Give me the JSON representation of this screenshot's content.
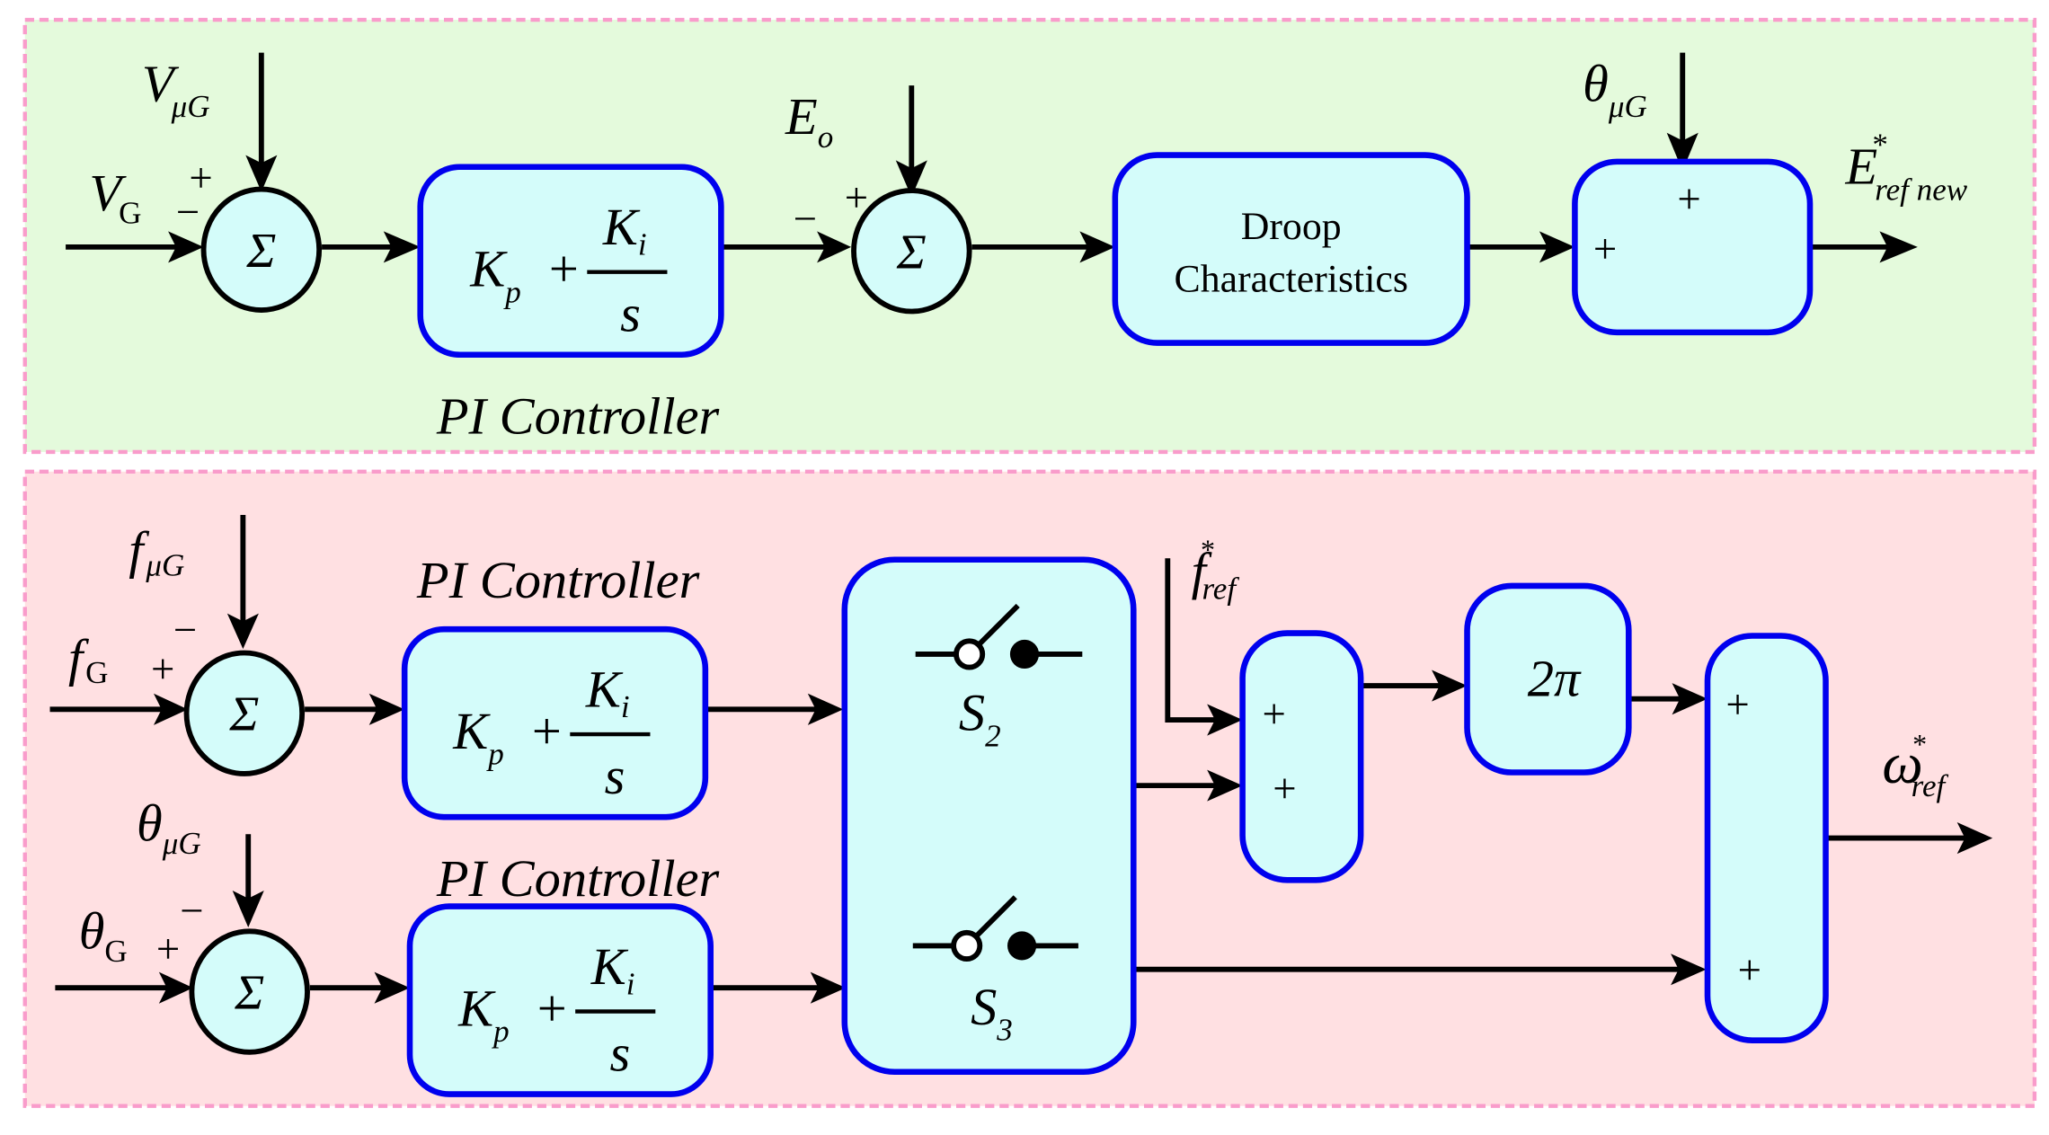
{
  "top_panel": {
    "inputs": {
      "v_ug": "V",
      "v_ug_sub": "μG",
      "v_g": "V",
      "v_g_sub": "G",
      "e_o": "E",
      "e_o_sub": "o",
      "theta_ug": "θ",
      "theta_ug_sub": "μG"
    },
    "sum1_signs": {
      "top": "+",
      "left": "−"
    },
    "sum1_symbol": "Σ",
    "pi": {
      "kp": "K",
      "kp_sub": "p",
      "plus": "+",
      "ki": "K",
      "ki_sub": "i",
      "s": "s",
      "label": "PI Controller"
    },
    "sum2_signs": {
      "top": "+",
      "left": "−"
    },
    "sum2_symbol": "Σ",
    "droop": {
      "line1": "Droop",
      "line2": "Characteristics"
    },
    "adder_signs": {
      "top": "+",
      "left": "+"
    },
    "output": {
      "main": "E",
      "sup": "*",
      "sub": "ref new"
    }
  },
  "bottom_panel": {
    "inputs": {
      "f_ug": "f",
      "f_ug_sub": "μG",
      "f_g": "f",
      "f_g_sub": "G",
      "theta_ug": "θ",
      "theta_ug_sub": "μG",
      "theta_g": "θ",
      "theta_g_sub": "G"
    },
    "sum_f_signs": {
      "top": "−",
      "left": "+"
    },
    "sum_theta_signs": {
      "top": "−",
      "left": "+"
    },
    "sum_symbol": "Σ",
    "pi_f": {
      "kp": "K",
      "kp_sub": "p",
      "plus": "+",
      "ki": "K",
      "ki_sub": "i",
      "s": "s",
      "label": "PI Controller"
    },
    "pi_theta": {
      "kp": "K",
      "kp_sub": "p",
      "plus": "+",
      "ki": "K",
      "ki_sub": "i",
      "s": "s",
      "label": "PI Controller"
    },
    "switches": {
      "s2": "S",
      "s2_sub": "2",
      "s3": "S",
      "s3_sub": "3"
    },
    "f_ref": {
      "main": "f",
      "sup": "*",
      "sub": "ref"
    },
    "adder1_signs": {
      "a": "+",
      "b": "+"
    },
    "gain": "2π",
    "adder2_signs": {
      "a": "+",
      "b": "+"
    },
    "output": {
      "main": "ω",
      "sup": "*",
      "sub": "ref"
    }
  },
  "colors": {
    "block_fill": "#d4fcfa",
    "block_stroke": "#0000ee",
    "top_bg": "#e4fadc",
    "bottom_bg": "#ffe0e2",
    "panel_border": "#f99ccb"
  }
}
